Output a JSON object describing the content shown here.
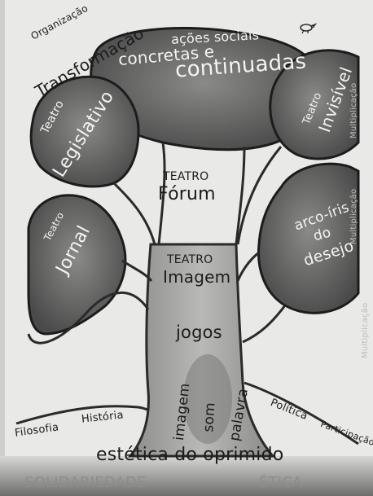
{
  "labels": {
    "organizacao": "Organização",
    "transformacao": "Transformação",
    "acoes_line1": "ações sociais",
    "acoes_line2": "concretas e",
    "acoes_line3": "continuadas",
    "teatro_legislativo_small": "Teatro",
    "teatro_legislativo_big": "Legislativo",
    "teatro_invisivel_small": "Teatro",
    "teatro_invisivel_big": "Invisível",
    "teatro_forum_small": "TEATRO",
    "teatro_forum_big": "Fórum",
    "teatro_jornal_small": "Teatro",
    "teatro_jornal_big": "Jornal",
    "arco_iris_line1": "arco-íris",
    "arco_iris_line2": "do",
    "arco_iris_line3": "desejo",
    "teatro_imagem_small": "TEATRO",
    "teatro_imagem_big": "Imagem",
    "jogos": "jogos",
    "imagem_root": "imagem",
    "som_root": "som",
    "palavra_root": "palavra",
    "filosofia": "Filosofia",
    "historia": "História",
    "politica": "Política",
    "participacao": "Participação",
    "multiplicacao_1": "Multiplicação",
    "multiplicacao_2": "Multiplicação",
    "multiplicacao_3": "Multiplicação",
    "estetica": "estética do oprimido",
    "solidariedade": "SOLIDARIEDADE",
    "etica": "ÉTICA"
  },
  "icons": {
    "bird": "bird-icon"
  },
  "colors": {
    "paper": "#e9e9e7",
    "canopy_dark": "#5d5d5d",
    "trunk": "#9a9a98",
    "ink": "#1c1c1c"
  }
}
